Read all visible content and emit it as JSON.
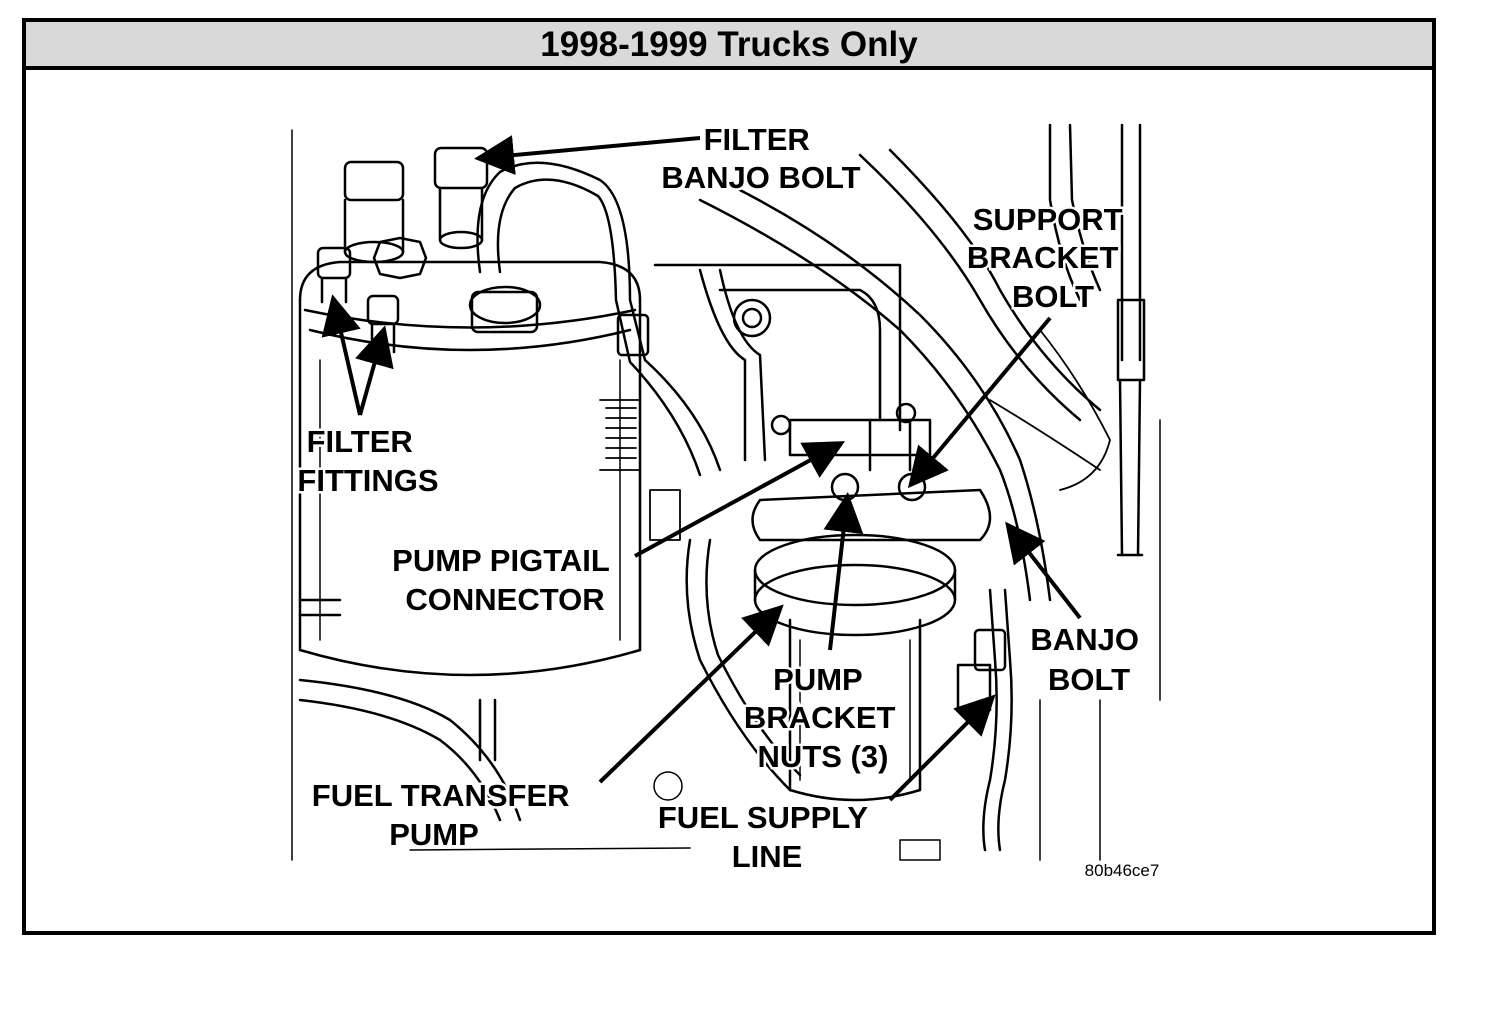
{
  "title": "1998-1999 Trucks Only",
  "labels": {
    "filter_banjo_bolt": [
      "FILTER",
      "BANJO BOLT"
    ],
    "support_bracket_bolt": [
      "SUPPORT",
      "BRACKET",
      "BOLT"
    ],
    "filter_fittings": [
      "FILTER",
      "FITTINGS"
    ],
    "pump_pigtail_connector": [
      "PUMP PIGTAIL",
      "CONNECTOR"
    ],
    "banjo_bolt": [
      "BANJO",
      "BOLT"
    ],
    "pump_bracket_nuts": [
      "PUMP",
      "BRACKET",
      "NUTS (3)"
    ],
    "fuel_transfer_pump": [
      "FUEL TRANSFER",
      "PUMP"
    ],
    "fuel_supply_line": [
      "FUEL SUPPLY",
      "LINE"
    ]
  },
  "figure_code": "80b46ce7"
}
